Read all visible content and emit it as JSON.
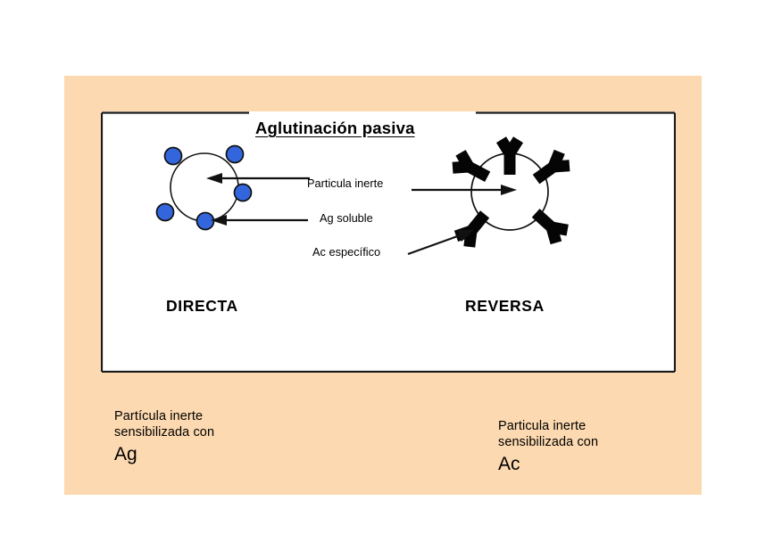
{
  "slide": {
    "background_color": "#ffffff",
    "panel_color": "#fcd9b0",
    "box_color": "#ffffff",
    "border_color": "#000000",
    "particle_color": "#3366dd",
    "antibody_color": "#000000"
  },
  "figure": {
    "title": "Aglutinación pasiva",
    "labels": {
      "particula_inerte": "Particula inerte",
      "ag_soluble": "Ag soluble",
      "ac_especifico": "Ac específico"
    },
    "sides": {
      "left": "DIRECTA",
      "right": "REVERSA"
    },
    "left_diagram": {
      "name": "aglutinacion-directa",
      "particle_count": 5,
      "particle_shape": "blue-circle",
      "carrier_shape": "open-circle"
    },
    "right_diagram": {
      "name": "aglutinacion-reversa",
      "antibody_count": 5,
      "antibody_shape": "y-shape",
      "carrier_shape": "open-circle"
    }
  },
  "captions": {
    "left": {
      "line1": "Partícula inerte",
      "line2": "sensibilizada con",
      "line3": "Ag"
    },
    "right": {
      "line1": "Particula inerte",
      "line2": "sensibilizada con",
      "line3": "Ac"
    }
  }
}
